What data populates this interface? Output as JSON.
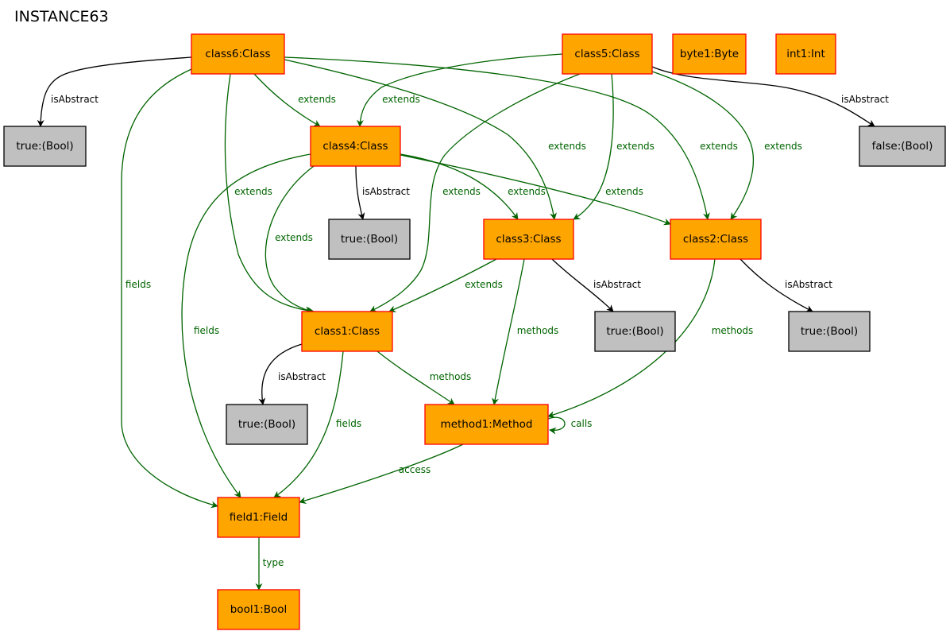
{
  "title": "INSTANCE63",
  "colors": {
    "class_fill": "#ffa500",
    "class_stroke": "#ff0000",
    "value_fill": "#c0c0c0",
    "value_stroke": "#000000",
    "reference_edge": "#006400",
    "attribute_edge": "#000000"
  },
  "nodes": [
    {
      "id": "class6",
      "label": "class6:Class",
      "kind": "class"
    },
    {
      "id": "class5",
      "label": "class5:Class",
      "kind": "class"
    },
    {
      "id": "byte1",
      "label": "byte1:Byte",
      "kind": "class"
    },
    {
      "id": "int1",
      "label": "int1:Int",
      "kind": "class"
    },
    {
      "id": "boolA",
      "label": "true:(Bool)",
      "kind": "value"
    },
    {
      "id": "class4",
      "label": "class4:Class",
      "kind": "class"
    },
    {
      "id": "boolF",
      "label": "false:(Bool)",
      "kind": "value"
    },
    {
      "id": "boolB",
      "label": "true:(Bool)",
      "kind": "value"
    },
    {
      "id": "class3",
      "label": "class3:Class",
      "kind": "class"
    },
    {
      "id": "class2",
      "label": "class2:Class",
      "kind": "class"
    },
    {
      "id": "class1",
      "label": "class1:Class",
      "kind": "class"
    },
    {
      "id": "boolC",
      "label": "true:(Bool)",
      "kind": "value"
    },
    {
      "id": "boolD",
      "label": "true:(Bool)",
      "kind": "value"
    },
    {
      "id": "boolE",
      "label": "true:(Bool)",
      "kind": "value"
    },
    {
      "id": "method1",
      "label": "method1:Method",
      "kind": "class"
    },
    {
      "id": "field1",
      "label": "field1:Field",
      "kind": "class"
    },
    {
      "id": "bool1",
      "label": "bool1:Bool",
      "kind": "class"
    }
  ],
  "edges": [
    {
      "id": "e1",
      "from": "class6",
      "to": "boolA",
      "label": "isAbstract",
      "kind": "attribute"
    },
    {
      "id": "e2",
      "from": "class6",
      "to": "class4",
      "label": "extends",
      "kind": "reference"
    },
    {
      "id": "e3",
      "from": "class6",
      "to": "class3",
      "label": "extends",
      "kind": "reference"
    },
    {
      "id": "e4",
      "from": "class6",
      "to": "class2",
      "label": "extends",
      "kind": "reference"
    },
    {
      "id": "e5",
      "from": "class6",
      "to": "class1",
      "label": "extends",
      "kind": "reference"
    },
    {
      "id": "e6",
      "from": "class6",
      "to": "field1",
      "label": "fields",
      "kind": "reference"
    },
    {
      "id": "e7",
      "from": "class5",
      "to": "class4",
      "label": "extends",
      "kind": "reference"
    },
    {
      "id": "e8",
      "from": "class5",
      "to": "class3",
      "label": "extends",
      "kind": "reference"
    },
    {
      "id": "e9",
      "from": "class5",
      "to": "class2",
      "label": "extends",
      "kind": "reference"
    },
    {
      "id": "e10",
      "from": "class5",
      "to": "class1",
      "label": "extends",
      "kind": "reference"
    },
    {
      "id": "e11",
      "from": "class5",
      "to": "boolF",
      "label": "isAbstract",
      "kind": "attribute"
    },
    {
      "id": "e12",
      "from": "class4",
      "to": "boolB",
      "label": "isAbstract",
      "kind": "attribute"
    },
    {
      "id": "e13",
      "from": "class4",
      "to": "class3",
      "label": "extends",
      "kind": "reference"
    },
    {
      "id": "e14",
      "from": "class4",
      "to": "class2",
      "label": "extends",
      "kind": "reference"
    },
    {
      "id": "e15",
      "from": "class4",
      "to": "class1",
      "label": "extends",
      "kind": "reference"
    },
    {
      "id": "e16",
      "from": "class4",
      "to": "field1",
      "label": "fields",
      "kind": "reference"
    },
    {
      "id": "e17",
      "from": "class3",
      "to": "class1",
      "label": "extends",
      "kind": "reference"
    },
    {
      "id": "e18",
      "from": "class3",
      "to": "boolD",
      "label": "isAbstract",
      "kind": "attribute"
    },
    {
      "id": "e19",
      "from": "class3",
      "to": "method1",
      "label": "methods",
      "kind": "reference"
    },
    {
      "id": "e20",
      "from": "class2",
      "to": "boolE",
      "label": "isAbstract",
      "kind": "attribute"
    },
    {
      "id": "e21",
      "from": "class2",
      "to": "method1",
      "label": "methods",
      "kind": "reference"
    },
    {
      "id": "e22",
      "from": "class1",
      "to": "boolC",
      "label": "isAbstract",
      "kind": "attribute"
    },
    {
      "id": "e23",
      "from": "class1",
      "to": "method1",
      "label": "methods",
      "kind": "reference"
    },
    {
      "id": "e24",
      "from": "class1",
      "to": "field1",
      "label": "fields",
      "kind": "reference"
    },
    {
      "id": "e25",
      "from": "method1",
      "to": "method1",
      "label": "calls",
      "kind": "reference"
    },
    {
      "id": "e26",
      "from": "method1",
      "to": "field1",
      "label": "access",
      "kind": "reference"
    },
    {
      "id": "e27",
      "from": "field1",
      "to": "bool1",
      "label": "type",
      "kind": "reference"
    }
  ]
}
